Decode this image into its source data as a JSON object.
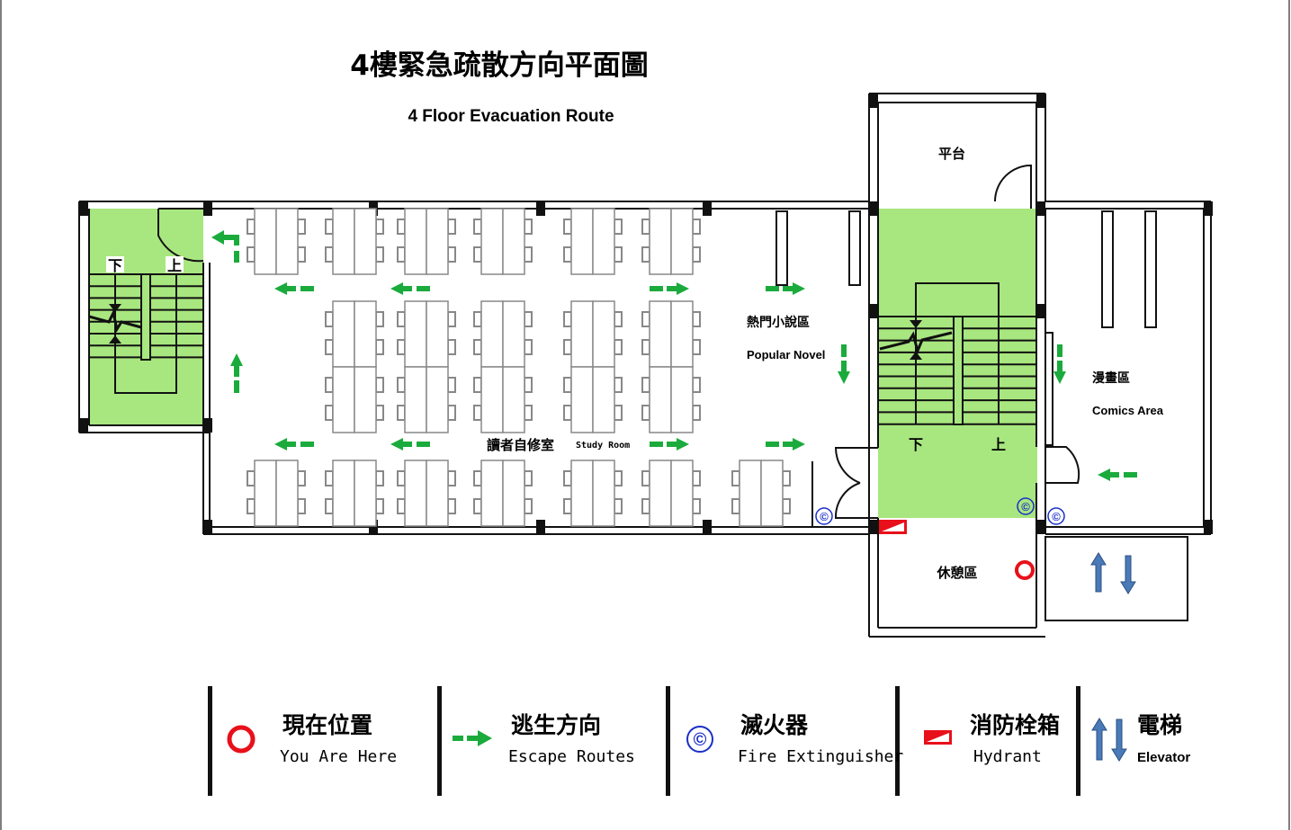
{
  "title": {
    "zh": "4樓緊急疏散方向平面圖",
    "en": "4 Floor Evacuation Route"
  },
  "rooms": {
    "platform": "平台",
    "popular_novel_zh": "熱門小說區",
    "popular_novel_en": "Popular Novel",
    "comics_zh": "漫畫區",
    "comics_en": "Comics Area",
    "study_zh": "讀者自修室",
    "study_en": "Study Room",
    "rest_zh": "休憩區"
  },
  "stairs": {
    "down": "下",
    "up": "上"
  },
  "colors": {
    "stair_green": "#a8e67f",
    "arrow_green": "#1aab3c",
    "marker_red": "#e8101a",
    "extinguisher_blue": "#1a2fc8",
    "elevator_blue": "#4a7ab8"
  },
  "extinguisher_symbol": "©",
  "legend": [
    {
      "zh": "現在位置",
      "en": "You Are Here",
      "icon": "red-circle-icon"
    },
    {
      "zh": "逃生方向",
      "en": "Escape Routes",
      "icon": "green-dashed-arrow-icon"
    },
    {
      "zh": "滅火器",
      "en": "Fire Extinguisher",
      "icon": "extinguisher-icon"
    },
    {
      "zh": "消防栓箱",
      "en": "Hydrant",
      "icon": "hydrant-icon"
    },
    {
      "zh": "電梯",
      "en": "Elevator",
      "icon": "elevator-arrows-icon"
    }
  ]
}
